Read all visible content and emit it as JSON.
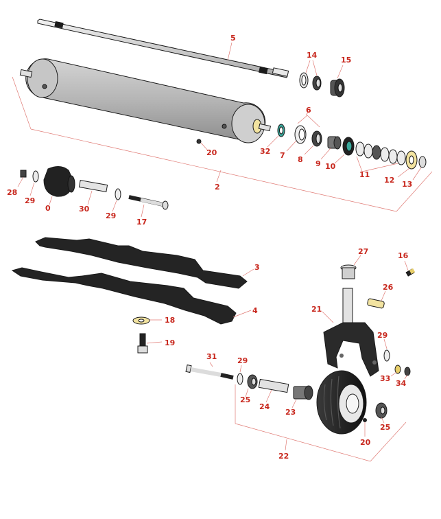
{
  "callouts": [
    "0",
    "2",
    "3",
    "4",
    "5",
    "6",
    "7",
    "8",
    "9",
    "10",
    "11",
    "12",
    "13",
    "14",
    "15",
    "16",
    "17",
    "18",
    "19",
    "20",
    "20",
    "21",
    "22",
    "23",
    "24",
    "25",
    "25",
    "26",
    "27",
    "28",
    "29",
    "29",
    "29",
    "29",
    "30",
    "31",
    "32",
    "33",
    "34"
  ],
  "colors": {
    "label": "#c8281e",
    "leader": "#e07a74",
    "roller_body": "#b8b8b8",
    "part_dark": "#2a2a2a",
    "accent_yellow": "#f2e3a0",
    "accent_teal": "#3aa79a",
    "shaft": "#dcdcdc"
  },
  "icons": [
    "roller-icon",
    "shaft-icon",
    "blade-icon",
    "caster-wheel-icon",
    "caster-fork-icon",
    "bearing-icon",
    "washer-icon",
    "bolt-icon",
    "nut-icon",
    "spacer-icon"
  ]
}
